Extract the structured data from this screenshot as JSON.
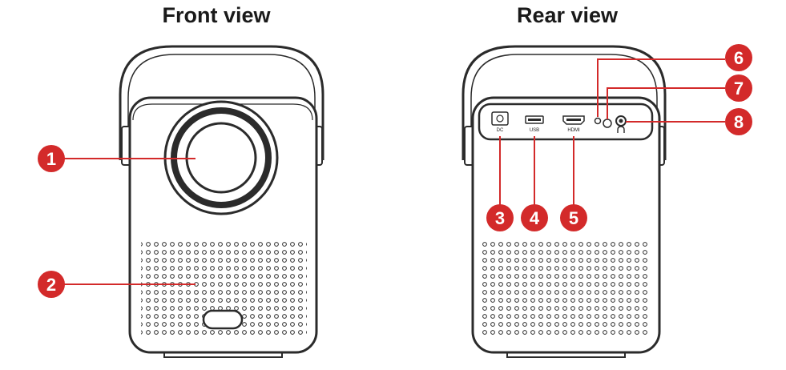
{
  "titles": {
    "front": "Front view",
    "rear": "Rear view"
  },
  "ports": {
    "dc": "DC",
    "usb": "USB",
    "hdmi": "HDMI"
  },
  "callouts": [
    "1",
    "2",
    "3",
    "4",
    "5",
    "6",
    "7",
    "8"
  ],
  "colors": {
    "callout": "#d32a2a",
    "outline": "#2b2b2b",
    "background": "#ffffff"
  },
  "icons": {
    "headphone": "headphone-icon"
  }
}
